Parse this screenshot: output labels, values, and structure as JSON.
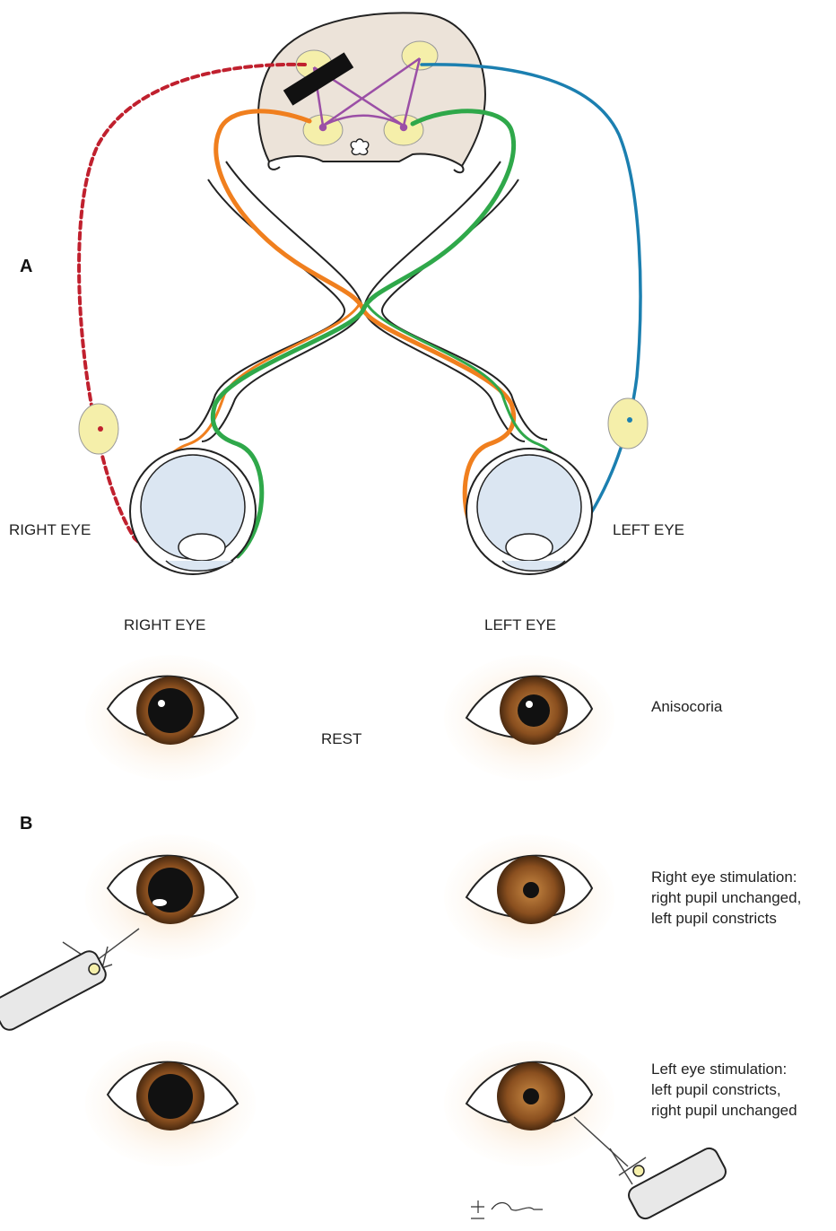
{
  "panel_a": {
    "label": "A",
    "right_eye": "RIGHT EYE",
    "left_eye": "LEFT EYE"
  },
  "panel_b": {
    "label": "B",
    "right_eye_header": "RIGHT EYE",
    "left_eye_header": "LEFT EYE",
    "rest_label": "REST",
    "rows": [
      {
        "caption": [
          "Anisocoria"
        ]
      },
      {
        "caption": [
          "Right eye stimulation:",
          "right pupil unchanged,",
          "left pupil constricts"
        ]
      },
      {
        "caption": [
          "Left eye stimulation:",
          "left pupil constricts,",
          "right pupil unchanged"
        ]
      }
    ]
  },
  "colors": {
    "right_afferent": "#f07f1e",
    "left_afferent": "#2fa84a",
    "interneuron": "#9b4fa6",
    "right_efferent_damaged": "#c0202e",
    "left_efferent": "#1b7fb0",
    "brainstem": "#ece3d9",
    "nucleus": "#f5efaa",
    "globe": "#dbe6f2",
    "iris": "#8a4f1f",
    "lesion": "#111111"
  }
}
